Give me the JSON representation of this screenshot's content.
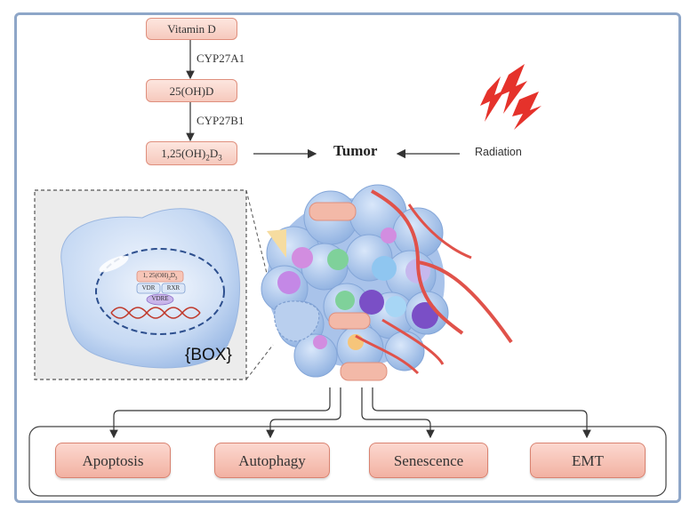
{
  "pathway": {
    "vitamin_d": "Vitamin D",
    "enzyme1": "CYP27A1",
    "intermediate": "25(OH)D",
    "enzyme2": "CYP27B1",
    "active_base": "1,25(OH)",
    "active_sub1": "2",
    "active_mid": "D",
    "active_sub2": "3"
  },
  "center": {
    "tumor": "Tumor",
    "radiation": "Radiation"
  },
  "cell_inset": {
    "ligand_base": "1, 25(OH)",
    "ligand_sub1": "2",
    "ligand_mid": "D",
    "ligand_sub2": "3",
    "vdr": "VDR",
    "rxr": "RXR",
    "vdre": "VDRE",
    "placeholder": "{BOX}"
  },
  "outcomes": [
    {
      "label": "Apoptosis"
    },
    {
      "label": "Autophagy"
    },
    {
      "label": "Senescence"
    },
    {
      "label": "EMT"
    }
  ],
  "colors": {
    "frame": "#8ea6c8",
    "pill": "#f6c9bd",
    "lightning": "#e5322b",
    "vessel": "#e0524a"
  }
}
